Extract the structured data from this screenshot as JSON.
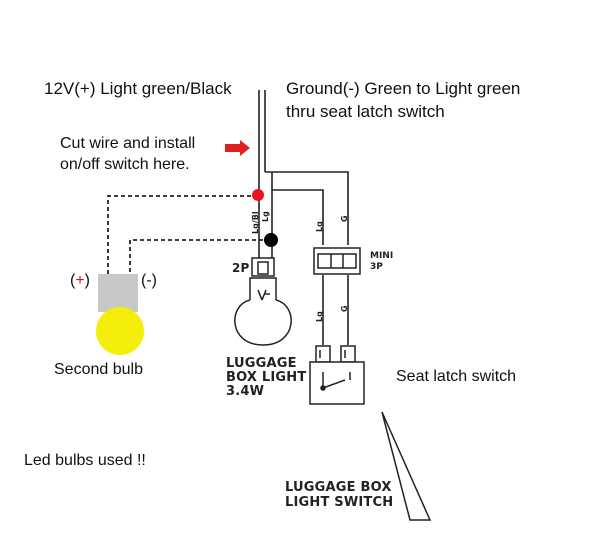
{
  "labels": {
    "positive_wire": "12V(+) Light green/Black",
    "ground_wire": "Ground(-)  Green to Light green",
    "ground_wire_line2": "thru seat latch switch",
    "cut_wire_line1": "Cut wire and install",
    "cut_wire_line2": "on/off switch here.",
    "plus_open": "(",
    "plus_sign": "+",
    "plus_close": ")",
    "minus": "(-)",
    "second_bulb": "Second bulb",
    "seat_latch_switch": "Seat latch switch",
    "led_note": "Led bulbs used !!"
  },
  "schematic": {
    "wire_lgbl": "Lg/Bl",
    "wire_lg_top": "Lg",
    "wire_lg_right_top": "Lg",
    "wire_g_right_top": "G",
    "wire_lg_right_bottom": "Lg",
    "wire_g_right_bottom": "G",
    "connector_2p": "2P",
    "connector_mini": "MINI",
    "connector_3p": "3P",
    "luggage_light_line1": "LUGGAGE",
    "luggage_light_line2": "BOX LIGHT",
    "luggage_light_line3": "3.4W",
    "luggage_switch_line1": "LUGGAGE BOX",
    "luggage_switch_line2": "LIGHT SWITCH"
  },
  "colors": {
    "arrow": "#e02020",
    "splice_positive": "#e8141e",
    "splice_negative": "#000000",
    "bulb_base": "#c8c8c8",
    "bulb_glass": "#f4ee0a",
    "plus_text": "#d01818"
  }
}
